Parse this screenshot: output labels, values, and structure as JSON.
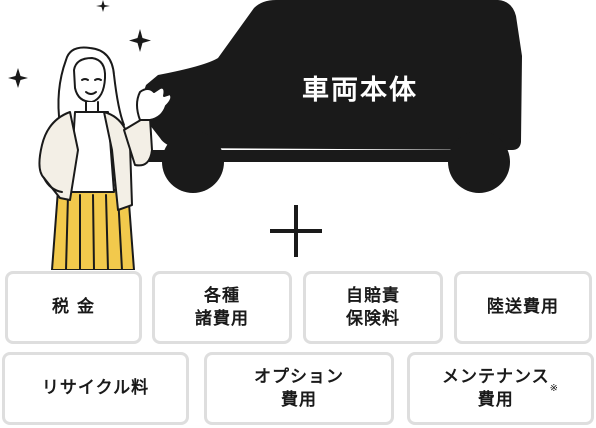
{
  "car_label": "車両本体",
  "costs_row1": [
    "税 金",
    "各種\n諸費用",
    "自賠責\n保険料",
    "陸送費用"
  ],
  "costs_row2": [
    "リサイクル料",
    "オプション\n費用",
    "メンテナンス\n費用"
  ],
  "maintenance_note_mark": "※",
  "colors": {
    "silhouette": "#1a1a1a",
    "skirt": "#f2c94c",
    "border": "#dedede"
  }
}
